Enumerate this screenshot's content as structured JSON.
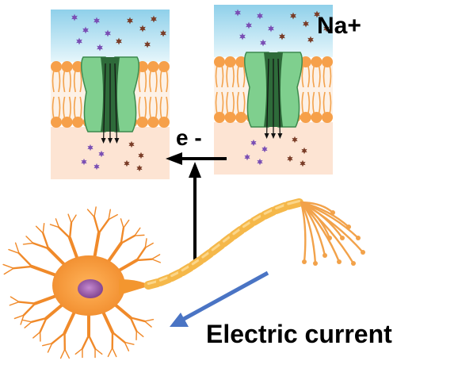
{
  "labels": {
    "ion": "Na+",
    "electron": "e -",
    "current": "Electric current"
  },
  "colors": {
    "extracellular": "#bfe6f3",
    "intracellular": "#fde4d3",
    "lipid_head": "#f6a04a",
    "channel": "#7fcf8e",
    "channel_dark": "#2e6b3a",
    "ion_purple": "#7a4fb4",
    "ion_brown": "#7a3d28",
    "neuron_body": "#f4a24a",
    "neuron_nucleus": "#a25aa8",
    "axon": "#f5b84a",
    "current_arrow": "#4a74c4"
  },
  "icons": {
    "ion_particle": "star-icon",
    "neuron": "neuron-icon"
  }
}
